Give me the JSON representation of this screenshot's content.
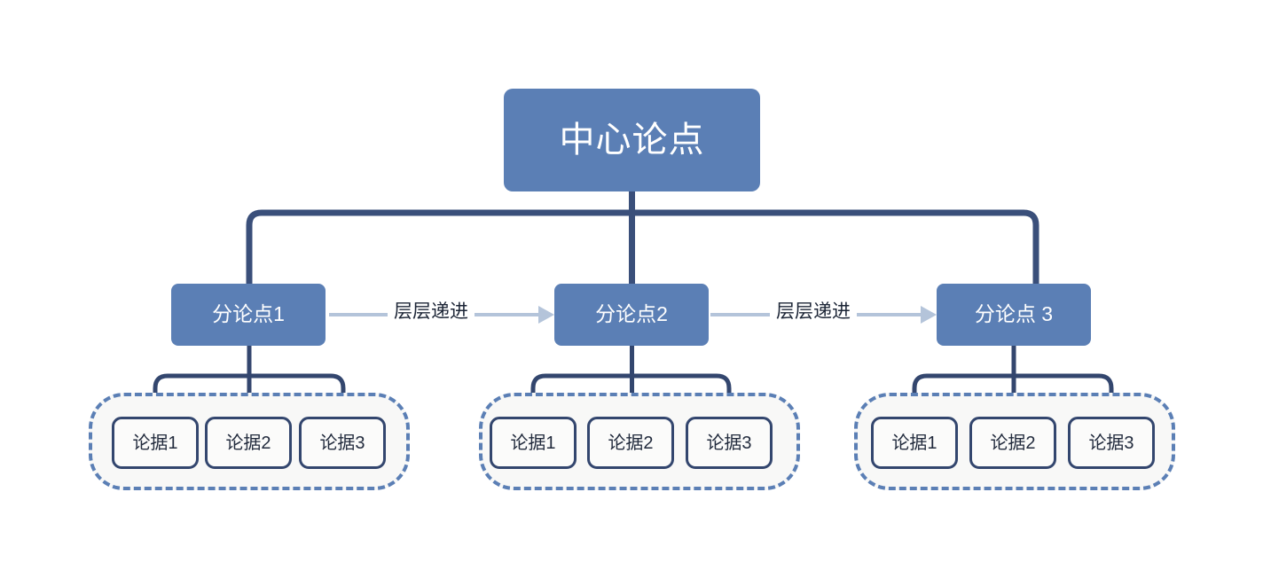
{
  "diagram": {
    "title_node": {
      "label": "中心论点"
    },
    "sub_nodes": [
      {
        "label": "分论点1"
      },
      {
        "label": "分论点2"
      },
      {
        "label": "分论点 3"
      }
    ],
    "flow_labels": [
      {
        "label": "层层递进"
      },
      {
        "label": "层层递进"
      }
    ],
    "groups": [
      {
        "evidence": [
          {
            "label": "论据1"
          },
          {
            "label": "论据2"
          },
          {
            "label": "论据3"
          }
        ]
      },
      {
        "evidence": [
          {
            "label": "论据1"
          },
          {
            "label": "论据2"
          },
          {
            "label": "论据3"
          }
        ]
      },
      {
        "evidence": [
          {
            "label": "论据1"
          },
          {
            "label": "论据2"
          },
          {
            "label": "论据3"
          }
        ]
      }
    ],
    "colors": {
      "node_fill": "#5b7fb5",
      "node_text": "#ffffff",
      "connector": "#3a4f7a",
      "flow_line": "#b4c4da",
      "group_fill": "#f8f8f7",
      "group_border": "#5b7fb5",
      "evidence_fill": "#fbfbfa",
      "evidence_border": "#33466e",
      "evidence_text": "#222b3d",
      "background": "#ffffff"
    }
  }
}
